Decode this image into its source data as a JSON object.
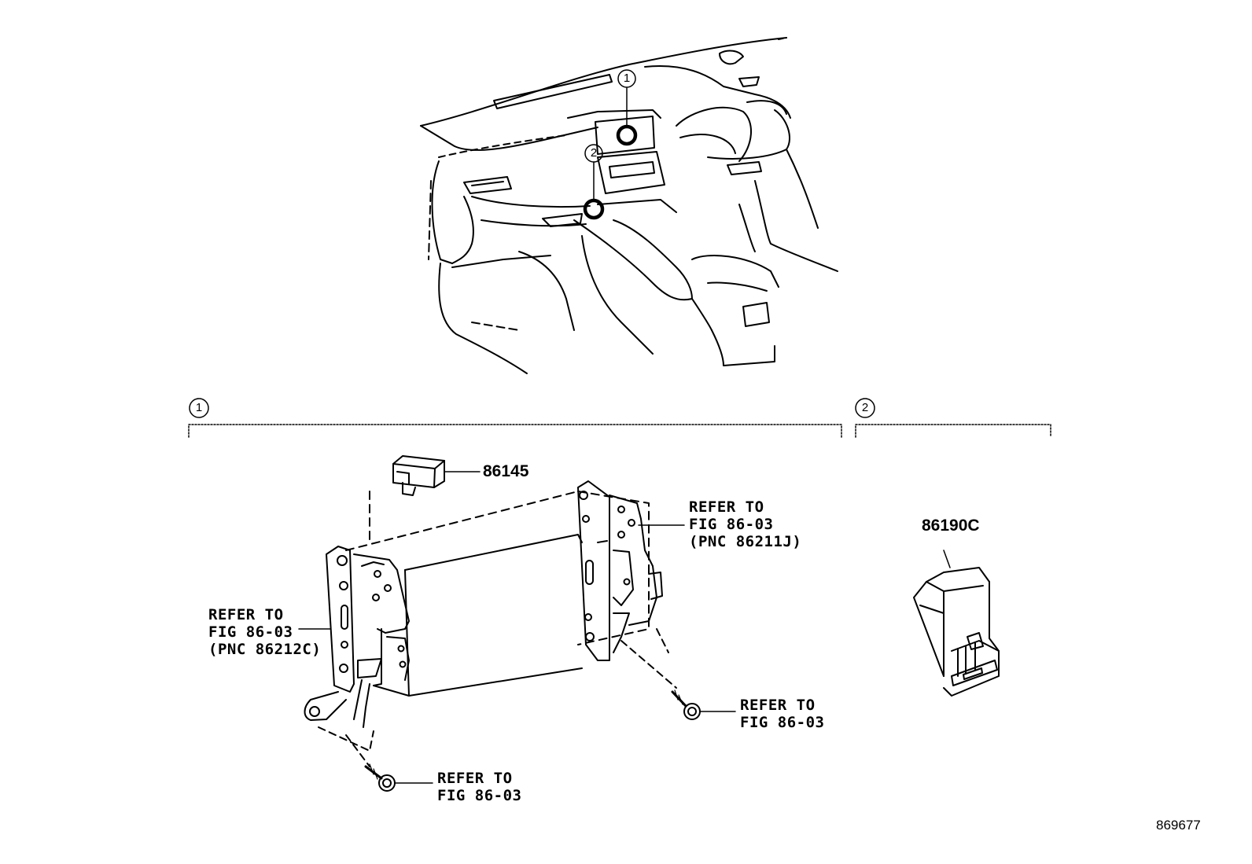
{
  "callouts": {
    "c1": "1",
    "c2": "2"
  },
  "part_numbers": {
    "relay": "86145",
    "usb_port": "86190C"
  },
  "references": {
    "upper_right": [
      "REFER TO",
      "FIG 86-03",
      "(PNC 86211J)"
    ],
    "left": [
      "REFER TO",
      "FIG 86-03",
      "(PNC 86212C)"
    ],
    "right_bolt": [
      "REFER TO",
      "FIG 86-03"
    ],
    "bottom_bolt": [
      "REFER TO",
      "FIG 86-03"
    ]
  },
  "illustration_id": "869677",
  "colors": {
    "line": "#000000",
    "background": "#ffffff"
  }
}
